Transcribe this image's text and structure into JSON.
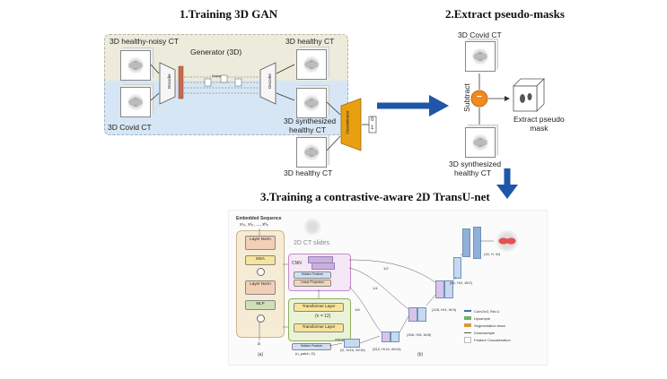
{
  "gan_section": {
    "title": "1.Training 3D GAN",
    "healthy_noisy_label": "3D healthy-noisy CT",
    "generator_label": "Generator (3D)",
    "healthy_label_top": "3D healthy CT",
    "covid_label": "3D Covid CT",
    "synth_label_line1": "3D synthesized",
    "synth_label_line2": "healthy CT",
    "healthy_label_bottom": "3D healthy CT",
    "encoder_label": "Encoder",
    "decoder_label": "Decoder",
    "noise_label": "Noise",
    "discriminator_label": "Discriminator",
    "disc_output_top": "0",
    "disc_output_bottom": "1"
  },
  "pseudo_section": {
    "title": "2.Extract pseudo-masks",
    "covid_label": "3D Covid CT",
    "subtract_label": "Subtract",
    "minus_sign": "−",
    "mask_label_line1": "Extract pseudo",
    "mask_label_line2": "mask",
    "synth_label_line1": "3D synthesized",
    "synth_label_line2": "healthy CT"
  },
  "transunet_section": {
    "title": "3.Training a contrastive-aware 2D TransU-net",
    "embedded_label": "Embedded Sequence",
    "embedded_vars": "x¹ₚ, x²ₚ, ..., xᴺₚ",
    "layer_norm_1": "Layer Norm",
    "msa": "MSA",
    "layer_norm_2": "Layer Norm",
    "mlp": "MLP",
    "z_label": "zₗ",
    "sub_a": "(a)",
    "slides_label": "2D CT slides",
    "cnn_label": "CNN",
    "hidden_feature_top": "Hidden Feature",
    "linear_projection": "Linear Projection",
    "transformer_layer_1": "Transformer Layer",
    "n_label": "(n = 12)",
    "transformer_layer_2": "Transformer Layer",
    "hidden_feature_bottom": "Hidden Feature",
    "reshape_label": "reshape",
    "shape_bottom": "(n_patch, D)",
    "shape_512": "(512, H/16, W/16)",
    "shape_d": "(D, H/16, W/16)",
    "shape_256": "(256, H/8, W/8)",
    "shape_128": "(128, H/4, W/4)",
    "shape_64": "(64, H/2, W/2)",
    "shape_out": "(16, H, W)",
    "scale_half": "1/2",
    "scale_quarter": "1/4",
    "scale_eighth": "1/8",
    "sub_b": "(b)",
    "legend": [
      {
        "label": "Conv3x3, ReLU",
        "color": "#3f6fb5"
      },
      {
        "label": "Upsample",
        "color": "#6bb36b"
      },
      {
        "label": "Segmentation head",
        "color": "#d69a3a"
      },
      {
        "label": "Downsample",
        "color": "#555555"
      },
      {
        "label": "Feature Concatenation",
        "color": "#bbbbbb"
      }
    ]
  },
  "colors": {
    "gan_top_bg": "#ecebdc",
    "gan_bottom_bg": "#d6e6f4",
    "arrow_blue": "#1f56a8",
    "discriminator": "#e8a010",
    "subtract_node": "#f08a1c"
  }
}
